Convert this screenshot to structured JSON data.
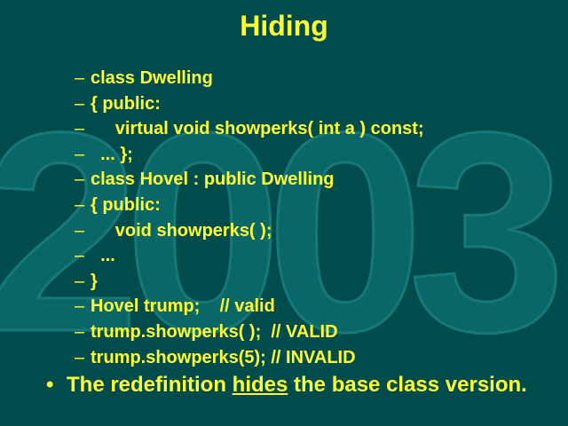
{
  "slide": {
    "title": "Hiding",
    "watermark": "2003",
    "colors": {
      "background": "#004c4c",
      "text": "#ffff33",
      "watermark": "#0b6a6a"
    },
    "code_lines": [
      {
        "dash": "–",
        "text": "class Dwelling"
      },
      {
        "dash": "–",
        "text": "{ public:"
      },
      {
        "dash": "–",
        "text": "     virtual void showperks( int a ) const;"
      },
      {
        "dash": "–",
        "text": "  ... };"
      },
      {
        "dash": "–",
        "text": "class Hovel : public Dwelling"
      },
      {
        "dash": "–",
        "text": "{ public:"
      },
      {
        "dash": "–",
        "text": "     void showperks( );"
      },
      {
        "dash": "–",
        "text": "  ..."
      },
      {
        "dash": "–",
        "text": "}"
      },
      {
        "dash": "–",
        "text": "Hovel trump;    // valid"
      },
      {
        "dash": "–",
        "text": "trump.showperks( );  // VALID"
      },
      {
        "dash": "–",
        "text": "trump.showperks(5); // INVALID"
      }
    ],
    "bullet": {
      "marker": "•",
      "before": "The redefinition ",
      "emphasis": "hides",
      "after": " the base class version."
    }
  }
}
